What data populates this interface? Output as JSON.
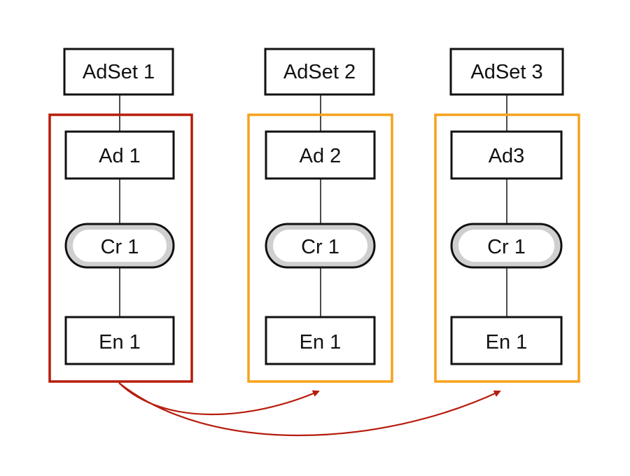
{
  "columns": [
    {
      "adset": "AdSet 1",
      "ad": "Ad 1",
      "creative": "Cr 1",
      "entity": "En 1",
      "group_color": "#b71c0c"
    },
    {
      "adset": "AdSet 2",
      "ad": "Ad 2",
      "creative": "Cr 1",
      "entity": "En 1",
      "group_color": "#f7a21b"
    },
    {
      "adset": "AdSet 3",
      "ad": "Ad3",
      "creative": "Cr 1",
      "entity": "En 1",
      "group_color": "#f7a21b"
    }
  ],
  "colors": {
    "stroke": "#111111",
    "pill_fill": "#cfcfcf",
    "arrow": "#b71c0c"
  },
  "arrows": [
    {
      "from": "column-1-group",
      "to": "column-2-group"
    },
    {
      "from": "column-1-group",
      "to": "column-3-group"
    }
  ]
}
